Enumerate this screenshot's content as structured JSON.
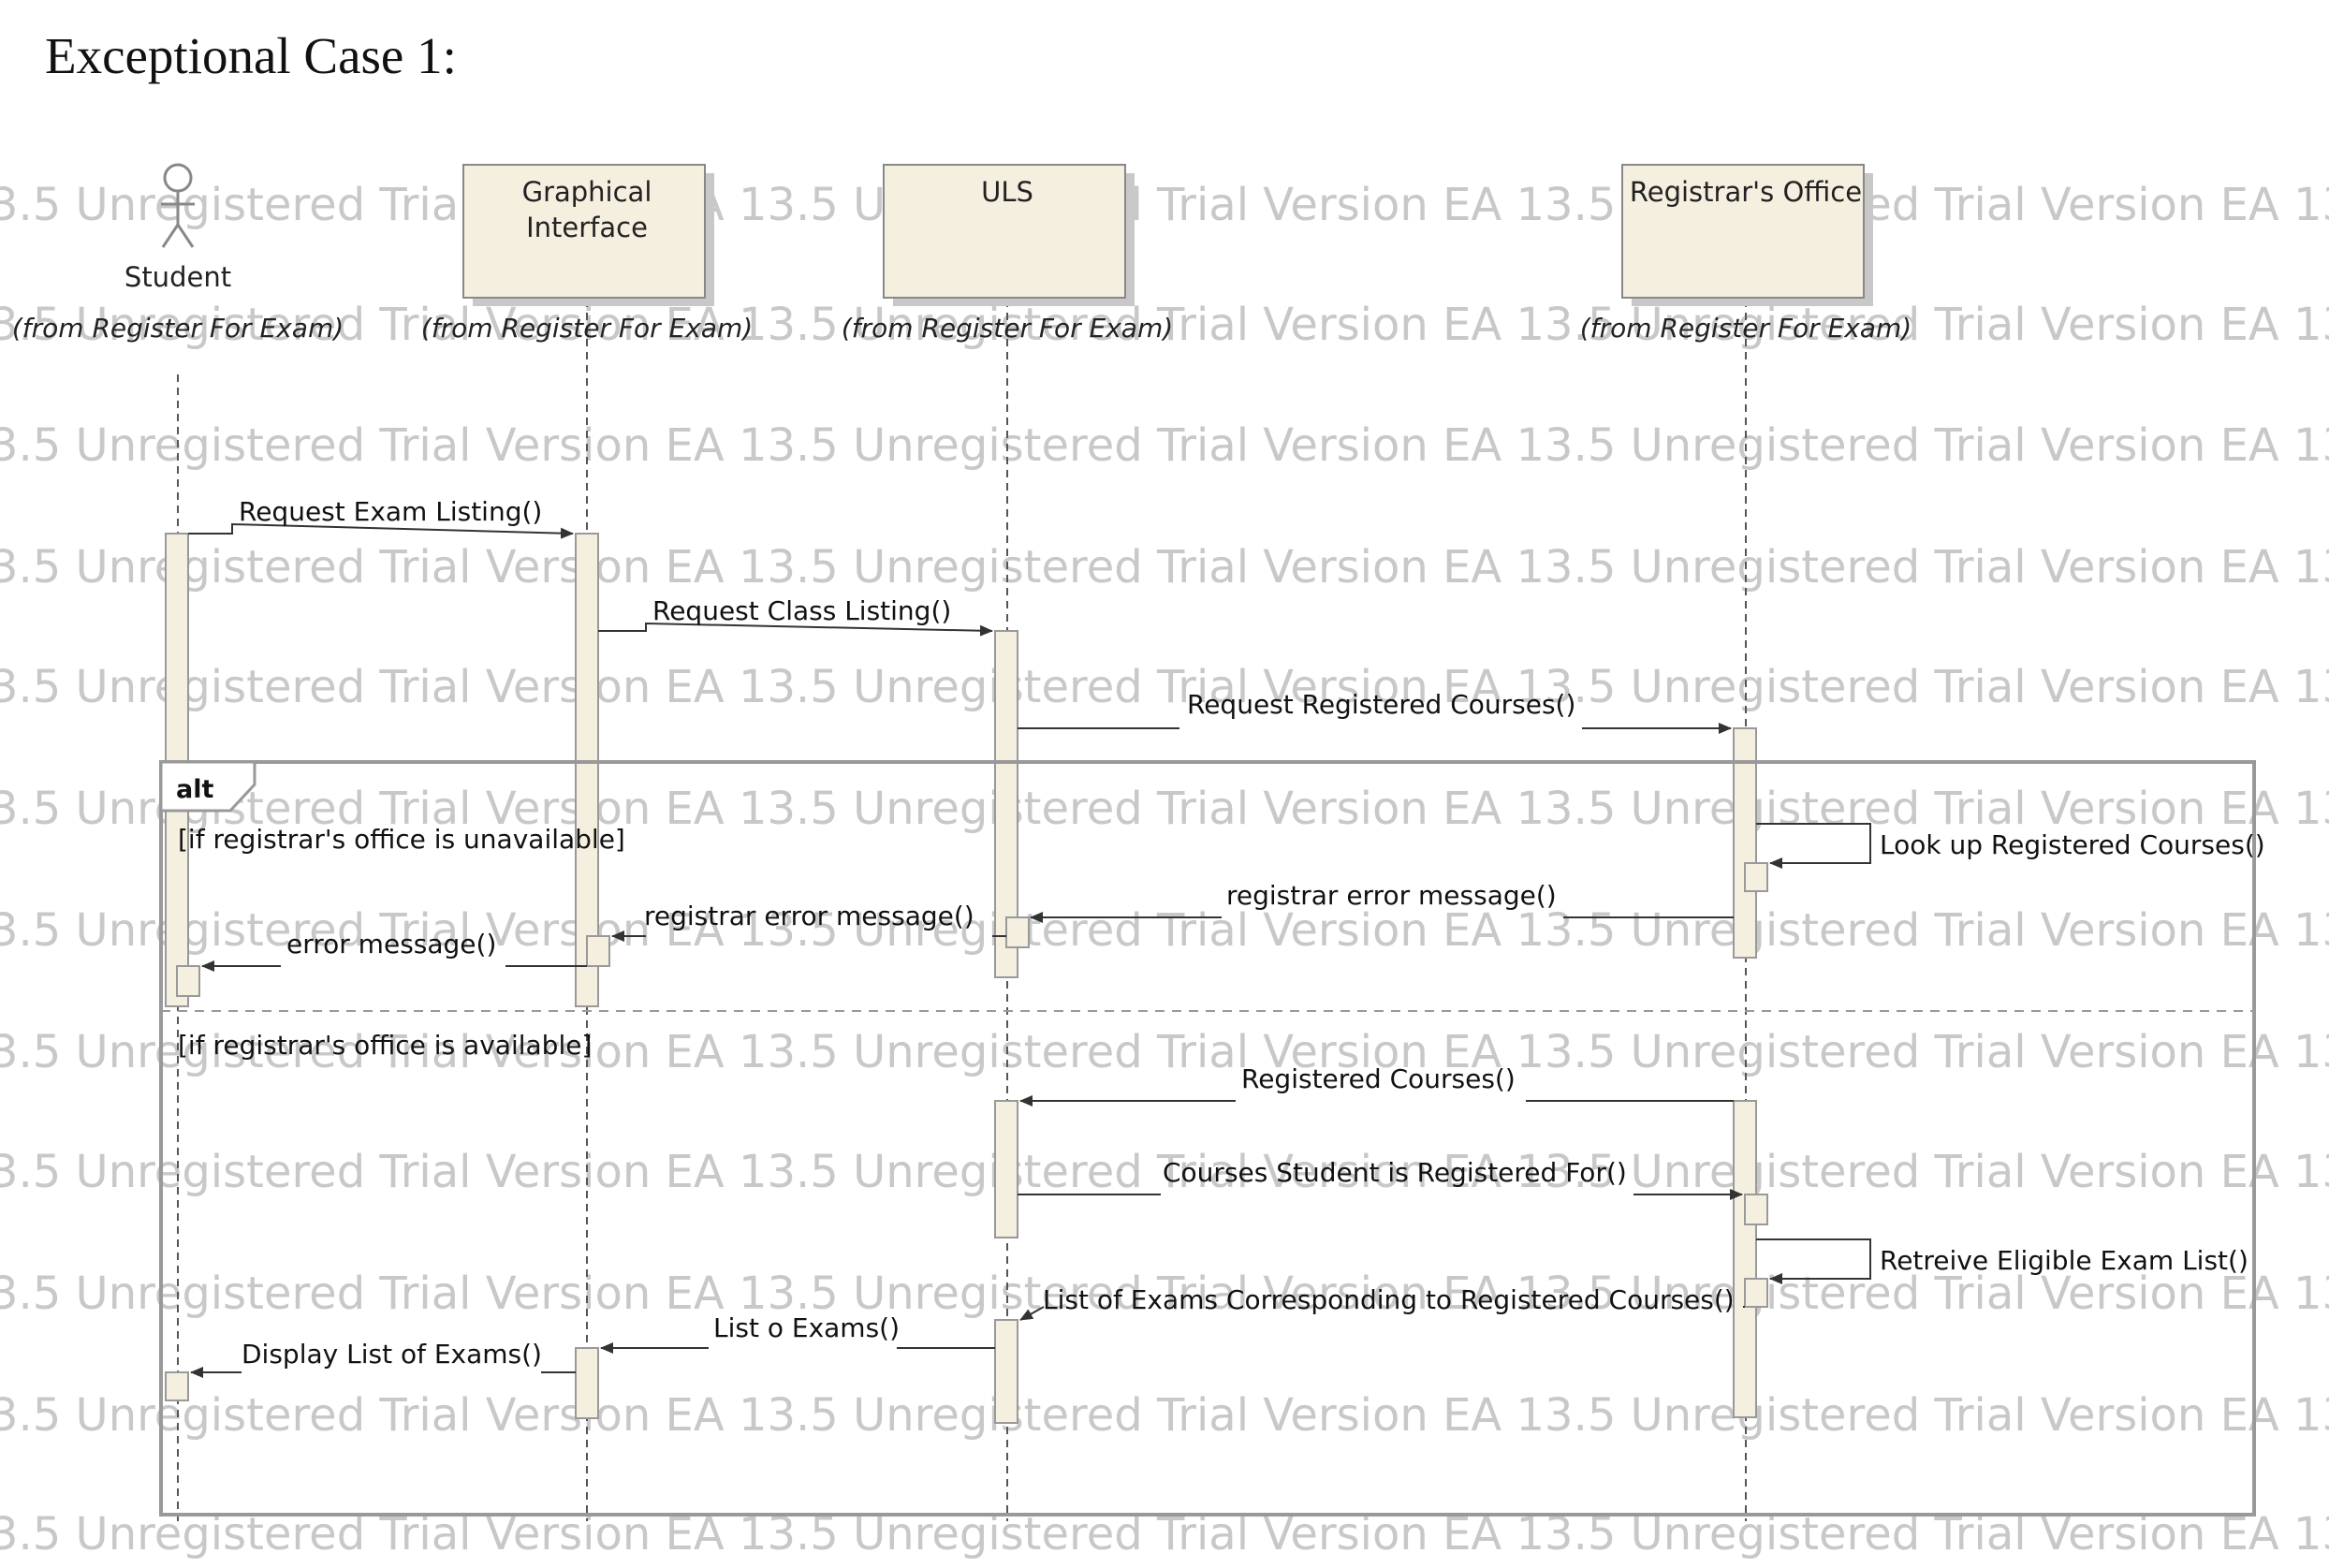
{
  "title": "Exceptional Case 1:",
  "watermark_text": "EA 13.5 Unregistered Trial Version",
  "lifelines": [
    {
      "id": "student",
      "name": "Student",
      "kind": "actor",
      "from": "(from Register For Exam)"
    },
    {
      "id": "gui",
      "name": "Graphical Interface",
      "kind": "box",
      "from": "(from Register For Exam)"
    },
    {
      "id": "uls",
      "name": "ULS",
      "kind": "box",
      "from": "(from Register For Exam)"
    },
    {
      "id": "registrar",
      "name": "Registrar's Office",
      "kind": "box",
      "from": "(from Register For Exam)"
    }
  ],
  "messages": [
    {
      "label": "Request Exam Listing()",
      "from": "student",
      "to": "gui"
    },
    {
      "label": "Request Class Listing()",
      "from": "gui",
      "to": "uls"
    },
    {
      "label": "Request Registered Courses()",
      "from": "uls",
      "to": "registrar"
    },
    {
      "label": "Look up Registered Courses()",
      "from": "registrar",
      "to": "registrar"
    },
    {
      "label": "registrar error message()",
      "from": "registrar",
      "to": "uls"
    },
    {
      "label": "registrar error message()",
      "from": "uls",
      "to": "gui"
    },
    {
      "label": "error message()",
      "from": "gui",
      "to": "student"
    },
    {
      "label": "Registered Courses()",
      "from": "registrar",
      "to": "uls"
    },
    {
      "label": "Courses Student is Registered For()",
      "from": "uls",
      "to": "registrar"
    },
    {
      "label": "Retreive Eligible Exam List()",
      "from": "registrar",
      "to": "registrar"
    },
    {
      "label": "List of Exams Corresponding to Registered Courses()",
      "from": "registrar",
      "to": "uls"
    },
    {
      "label": "List o Exams()",
      "from": "uls",
      "to": "gui"
    },
    {
      "label": "Display List of Exams()",
      "from": "gui",
      "to": "student"
    }
  ],
  "alt_frame": {
    "operator": "alt",
    "guards": [
      "[if registrar's office is unavailable]",
      "[if registrar's office is available]"
    ]
  }
}
